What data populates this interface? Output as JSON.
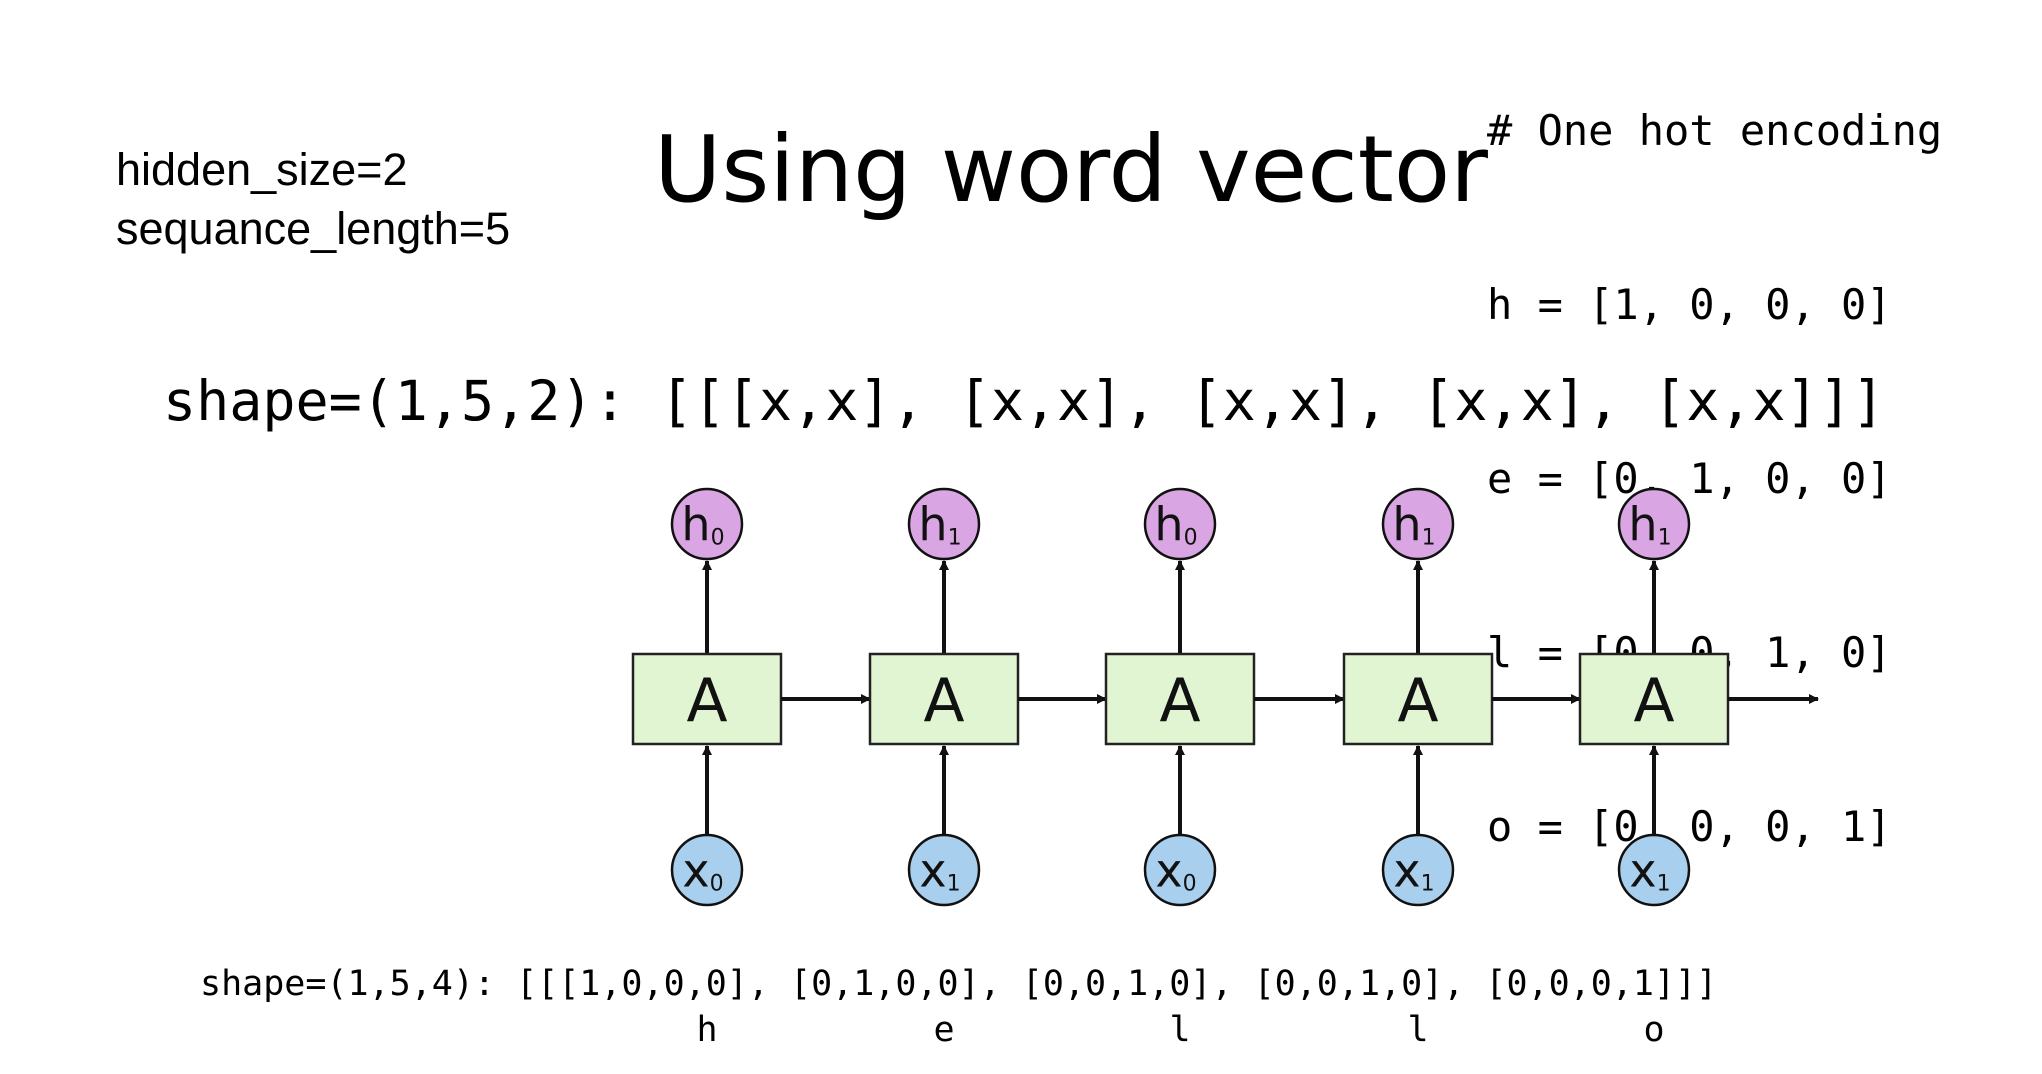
{
  "params": {
    "hidden_size": "hidden_size=2",
    "sequence_length": "sequance_length=5"
  },
  "title": "Using word vector",
  "encoding": {
    "comment": "# One hot encoding",
    "lines": [
      "h = [1, 0, 0, 0]",
      "e = [0, 1, 0, 0]",
      "l = [0, 0, 1, 0]",
      "o = [0, 0, 0, 1]"
    ]
  },
  "output_shape": "shape=(1,5,2): [[[x,x], [x,x], [x,x], [x,x], [x,x]]]",
  "input_shape": "shape=(1,5,4): [[[1,0,0,0], [0,1,0,0], [0,0,1,0], [0,0,1,0], [0,0,0,1]]]",
  "rnn": {
    "cells": [
      {
        "cell": "A",
        "h_main": "h",
        "h_sub": "0",
        "x_main": "x",
        "x_sub": "0",
        "char": "h"
      },
      {
        "cell": "A",
        "h_main": "h",
        "h_sub": "1",
        "x_main": "x",
        "x_sub": "1",
        "char": "e"
      },
      {
        "cell": "A",
        "h_main": "h",
        "h_sub": "0",
        "x_main": "x",
        "x_sub": "0",
        "char": "l"
      },
      {
        "cell": "A",
        "h_main": "h",
        "h_sub": "1",
        "x_main": "x",
        "x_sub": "1",
        "char": "l"
      },
      {
        "cell": "A",
        "h_main": "h",
        "h_sub": "1",
        "x_main": "x",
        "x_sub": "1",
        "char": "o"
      }
    ]
  },
  "colors": {
    "cell_fill": "#e2f5d2",
    "hidden_fill": "#d9a6e3",
    "input_fill": "#a9cfee"
  }
}
